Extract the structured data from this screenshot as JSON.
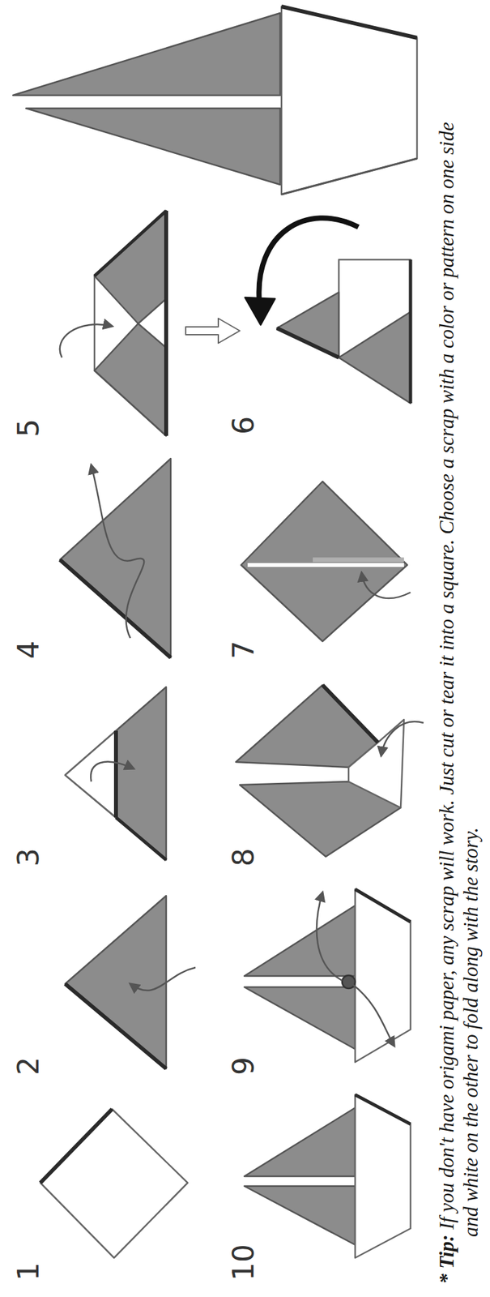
{
  "diagram": {
    "labels": [
      "1",
      "2",
      "3",
      "4",
      "5",
      "6",
      "7",
      "8",
      "9",
      "10",
      "* Tip:",
      "If you don't have origami paper, any scrap will work. Just cut or tear it into a square. Choose a scrap with a color or pattern on one side and white on the other to fold along with the story."
    ]
  }
}
